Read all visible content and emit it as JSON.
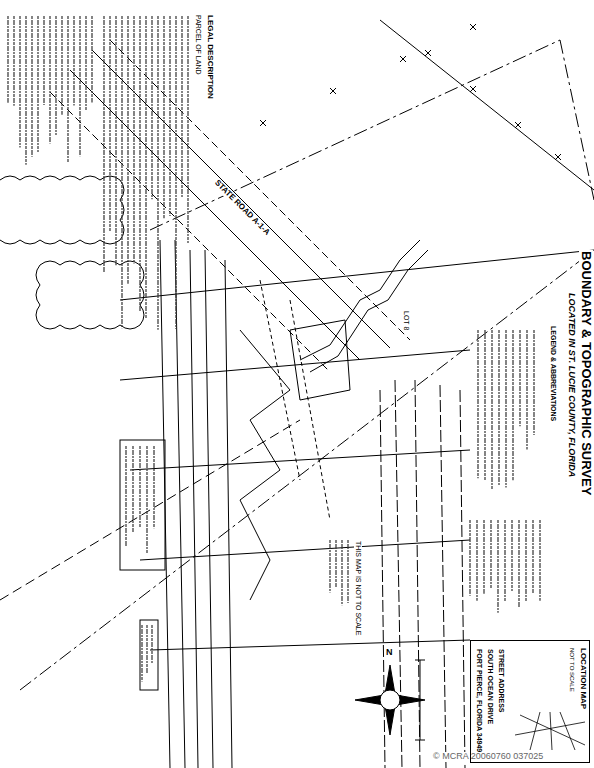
{
  "diagram": {
    "title": "BOUNDARY & TOPOGRAPHIC SURVEY",
    "nodes": [
      {
        "text": [
          "LOCATION MAP",
          "NOT TO SCALE"
        ]
      }
    ],
    "labels": [
      "LOCATED IN ST. LUCIE COUNTY, FLORIDA",
      "LEGEND & ABBREVIATIONS",
      "STATE ROAD A-1-A",
      "LEGAL DESCRIPTION",
      "PARCEL OF LAND",
      "STREET ADDRESS",
      "SOUTH OCEAN DRIVE",
      "FORT PIERCE, FLORIDA 34949",
      "THIS MAP IS NOT TO SCALE",
      "LOT 8",
      "N",
      "© MCRA 20060760 037025"
    ]
  }
}
